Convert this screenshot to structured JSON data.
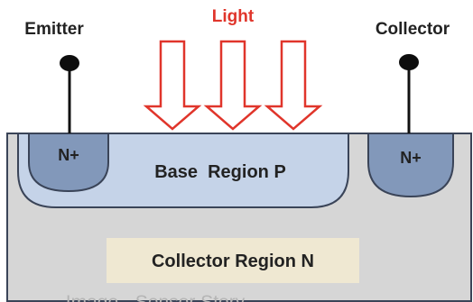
{
  "labels": {
    "emitter": "Emitter",
    "collector": "Collector",
    "light": "Light",
    "emitter_region": "N+",
    "collector_region_small": "N+",
    "base_region": "Base  Region P",
    "collector_region": "Collector Region N",
    "caption": "Image - Sensor Story"
  },
  "colors": {
    "light": "#e0352b",
    "substrate": "#d6d6d6",
    "base": "#c5d3e8",
    "n_plus": "#8298ba",
    "outline": "#3a4458",
    "collector_label_bg": "#efe8d2",
    "text": "#222222",
    "caption": "#b5b5b5"
  }
}
